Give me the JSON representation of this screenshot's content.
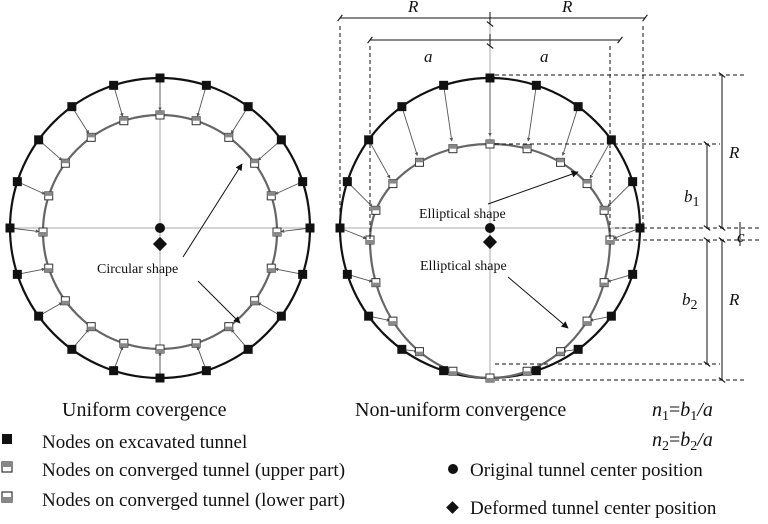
{
  "figure": {
    "left_panel": {
      "caption": "Uniform covergence",
      "annotation": "Circular shape"
    },
    "right_panel": {
      "caption": "Non-uniform convergence",
      "annotation_upper": "Elliptical shape",
      "annotation_lower": "Elliptical shape",
      "dim_R_top_left": "R",
      "dim_R_top_right": "R",
      "dim_a_left": "a",
      "dim_a_right": "a",
      "dim_R_side_upper": "R",
      "dim_R_side_lower": "R",
      "dim_b1": "b",
      "dim_b1_sub": "1",
      "dim_b2": "b",
      "dim_b2_sub": "2",
      "dim_c": "c"
    },
    "formulas": {
      "n1": {
        "n": "n",
        "sub": "1",
        "eq": "=",
        "b": "b",
        "bsub": "1",
        "tail": "/a"
      },
      "n2": {
        "n": "n",
        "sub": "2",
        "eq": "=",
        "b": "b",
        "bsub": "2",
        "tail": "/a"
      }
    },
    "legend": {
      "excavated": "Nodes on excavated tunnel",
      "converged_upper": "Nodes on converged tunnel (upper part)",
      "converged_lower": "Nodes on converged tunnel (lower part)",
      "original_center": "Original tunnel center position",
      "deformed_center": "Deformed tunnel center position"
    }
  }
}
